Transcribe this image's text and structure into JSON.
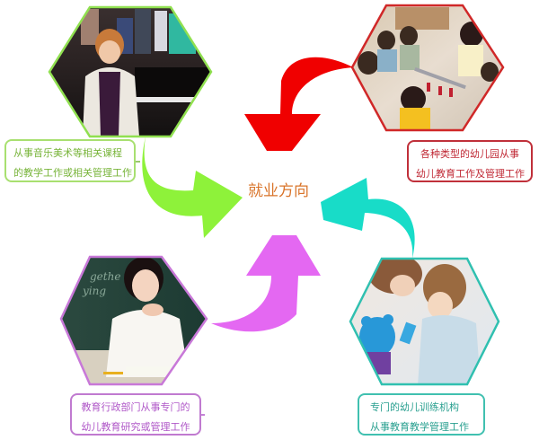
{
  "center": {
    "title": "就业方向",
    "color": "#d9742a"
  },
  "nodes": [
    {
      "id": "top-left",
      "photo": "teacher-at-piano-photo",
      "border_color": "#90e050",
      "arrow_color": "#8ef23a",
      "caption_lines": [
        "从事音乐美术等相关课程",
        "的教学工作或相关管理工作"
      ]
    },
    {
      "id": "top-right",
      "photo": "kindergarten-children-photo",
      "border_color": "#d02828",
      "arrow_color": "#f00000",
      "caption_lines": [
        "各种类型的幼儿园从事",
        "幼儿教育工作及管理工作"
      ]
    },
    {
      "id": "bottom-left",
      "photo": "teacher-at-blackboard-photo",
      "border_color": "#c878d8",
      "arrow_color": "#e468f2",
      "caption_lines": [
        "教育行政部门从事专门的",
        "幼儿教育研究或管理工作"
      ]
    },
    {
      "id": "bottom-right",
      "photo": "mother-child-toy-photo",
      "border_color": "#30c0b0",
      "arrow_color": "#18dcc8",
      "caption_lines": [
        "专门的幼儿训练机构",
        "从事教育教学管理工作"
      ]
    }
  ]
}
